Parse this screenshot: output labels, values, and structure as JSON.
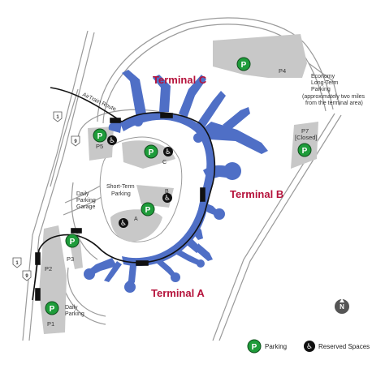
{
  "map": {
    "terminals": {
      "a": "Terminal A",
      "b": "Terminal B",
      "c": "Terminal C"
    },
    "airtrain_label": "AirTrain Route",
    "short_term": [
      "Short-Term",
      "Parking"
    ],
    "short_term_stops": {
      "a": "A",
      "b": "B",
      "c": "C"
    },
    "daily_garage": [
      "Daily",
      "Parking",
      "Garage"
    ],
    "daily_parking": [
      "Daily",
      "Parking"
    ],
    "economy": [
      "Economy",
      "Long-Term",
      "Parking"
    ],
    "economy_note": [
      "(approximately two miles",
      "from the terminal area)"
    ],
    "lots": {
      "p1": "P1",
      "p2": "P2",
      "p3": "P3",
      "p4": "P4",
      "p7": "P7",
      "p7_status": "[Closed]",
      "p5": "P5"
    },
    "roads": {
      "r1a": "1",
      "r9": "9",
      "r1b": "1",
      "r9b": "9"
    },
    "parking_symbol": "P",
    "reserved_symbol": "♿",
    "compass": "N"
  },
  "legend": {
    "parking": "Parking",
    "reserved": "Reserved Spaces"
  },
  "colors": {
    "terminal_blue": "#4f6fc6",
    "terminal_label": "#b5123b",
    "lot_gray": "#c8c8c8",
    "parking_green": "#1e9c3a",
    "airtrain": "#111111"
  }
}
